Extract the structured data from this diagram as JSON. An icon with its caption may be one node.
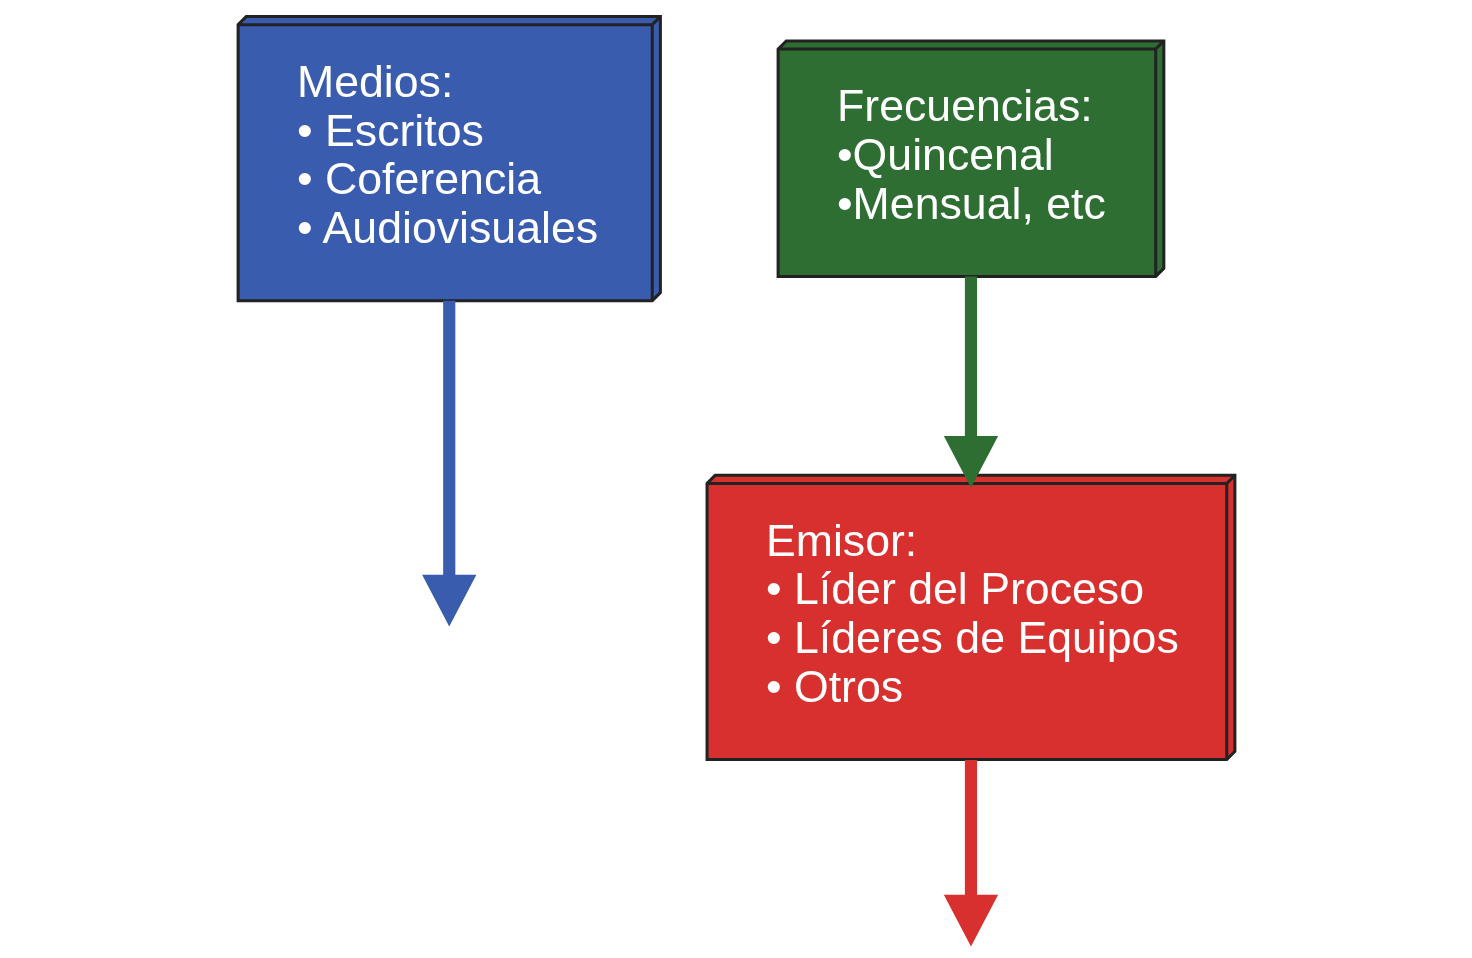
{
  "diagram": {
    "nodes": [
      {
        "text": [
          "Medios:",
          "• Escritos",
          "• Coferencia",
          "• Audiovisuales"
        ]
      },
      {
        "text": [
          "Frecuencias:",
          "•Quincenal",
          "•Mensual, etc"
        ]
      },
      {
        "text": [
          "Emisor:",
          "• Líder del Proceso",
          "• Líderes de Equipos",
          "• Otros"
        ]
      }
    ],
    "edges": [
      {
        "from": 0,
        "to": null,
        "arrow": "to",
        "color": "#3a5cae"
      },
      {
        "from": 1,
        "to": 2,
        "arrow": "to",
        "color": "#2e6e32"
      },
      {
        "from": 2,
        "to": null,
        "arrow": "to",
        "color": "#d8302e"
      }
    ]
  }
}
